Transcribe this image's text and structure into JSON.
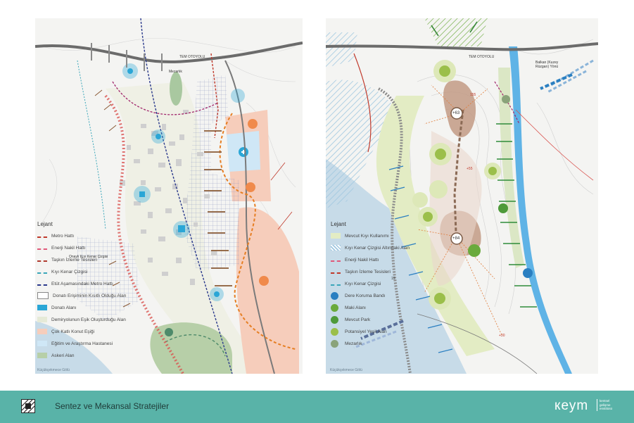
{
  "footer": {
    "title": "Sentez ve Mekansal Stratejiler",
    "brand": "кеуm",
    "brand_sub": [
      "kentsel",
      "gelişme",
      "enstitüsü"
    ]
  },
  "left_map": {
    "labels": {
      "highway": "TEM OTOYOLU",
      "mezarlik": "Mezarlık",
      "lake": "Küçükçekmece Gölü",
      "onayli_kiyi": "Onaylı Kıyı Kenar Çizgisi"
    },
    "legend_title": "Lejant",
    "legend": [
      {
        "label": "Metro Hattı",
        "kind": "line",
        "color": "#c0392b"
      },
      {
        "label": "Enerji Nakil Hattı",
        "kind": "line",
        "color": "#e05a7a"
      },
      {
        "label": "Taşkın İzleme Tesisleri",
        "kind": "line",
        "color": "#b03a2e"
      },
      {
        "label": "Kıyı Kenar Çizgisi",
        "kind": "line",
        "color": "#3aa6b9"
      },
      {
        "label": "Etüt Aşamasındaki Metro Hattı",
        "kind": "line",
        "color": "#2b3a8c"
      },
      {
        "label": "Donatı Erişiminin Kısıtlı Olduğu Alan",
        "kind": "box",
        "color": "#ffffff"
      },
      {
        "label": "Donatı Alanı",
        "kind": "fill",
        "color": "#2aa6d6"
      },
      {
        "label": "Demiryolunun Eşik Oluşturduğu Alan",
        "kind": "fill",
        "color": "#e6ead7"
      },
      {
        "label": "Çok Katlı Konut Eşiği",
        "kind": "fill",
        "color": "#f6cdbb"
      },
      {
        "label": "Eğitim ve Araştırma Hastanesi",
        "kind": "fill",
        "color": "#cfe7f6"
      },
      {
        "label": "Askeri Alan",
        "kind": "fill",
        "color": "#b7cfa8"
      }
    ]
  },
  "right_map": {
    "labels": {
      "highway": "TEM OTOYOLU",
      "wind": "Balkan (Kuzey Rüzgarı) Yönü",
      "peak1": "+63",
      "peak2": "+84",
      "contour1": "155",
      "contour2": "+55",
      "contour3": "+30",
      "contour4": "15",
      "lake": "Küçükçekmece Gölü"
    },
    "legend_title": "Lejant",
    "legend": [
      {
        "label": "Mevcut Kıyı Kullanımı",
        "kind": "fill",
        "color": "#e3ecc4"
      },
      {
        "label": "Kıyı Kenar Çizgisi Altındaki Alan",
        "kind": "hatch",
        "color": "#9fc7e0"
      },
      {
        "label": "Enerji Nakil Hattı",
        "kind": "line",
        "color": "#e05a7a"
      },
      {
        "label": "Taşkın İzleme Tesisleri",
        "kind": "line",
        "color": "#c0392b"
      },
      {
        "label": "Kıyı Kenar Çizgisi",
        "kind": "line",
        "color": "#3aa6b9"
      },
      {
        "label": "Dere Koruma Bandı",
        "kind": "circle",
        "color": "#2a7fc1"
      },
      {
        "label": "Maki Alanı",
        "kind": "circle",
        "color": "#6aaa3c"
      },
      {
        "label": "Mevcut Park",
        "kind": "circle",
        "color": "#4e9a3a"
      },
      {
        "label": "Potansiyel Yeşil Alan",
        "kind": "circle",
        "color": "#9bbf4a"
      },
      {
        "label": "Mezarlık",
        "kind": "circle",
        "color": "#8aa37a"
      }
    ]
  }
}
